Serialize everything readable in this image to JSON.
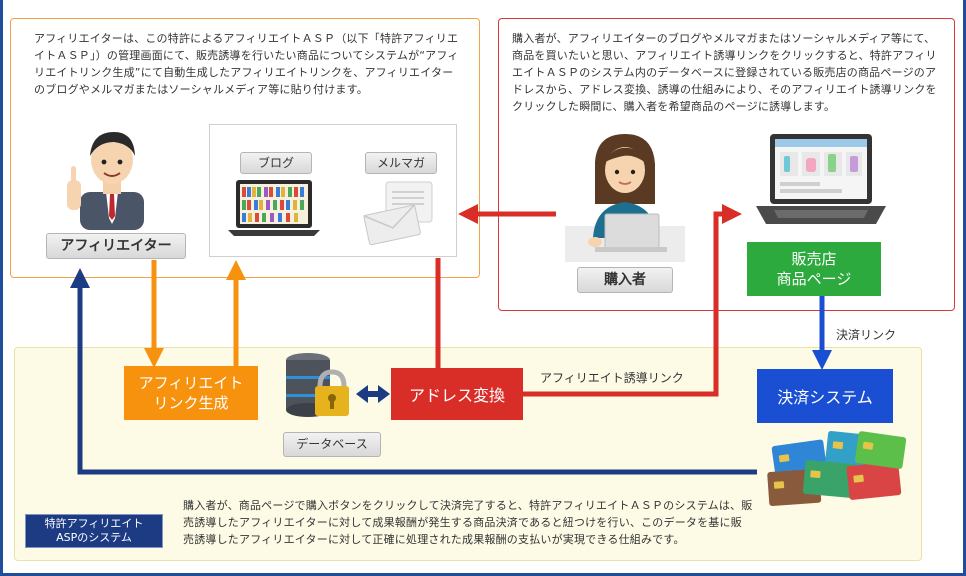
{
  "texts": {
    "affiliator_desc": "アフィリエイターは、この特許によるアフィリエイトＡＳＰ（以下「特許アフィリエイトＡＳＰ」）の管理画面にて、販売誘導を行いたい商品についてシステムが“アフィリエイトリンク生成”にて自動生成したアフィリエイトリンクを、アフィリエイターのブログやメルマガまたはソーシャルメディア等に貼り付けます。",
    "buyer_desc": "購入者が、アフィリエイターのブログやメルマガまたはソーシャルメディア等にて、商品を買いたいと思い、アフィリエイト誘導リンクをクリックすると、特許アフィリエイトＡＳＰのシステム内のデータベースに登録されている販売店の商品ページのアドレスから、アドレス変換、誘導の仕組みにより、そのアフィリエイト誘導リンクをクリックした瞬間に、購入者を希望商品のページに誘導します。",
    "system_desc": "購入者が、商品ページで購入ボタンをクリックして決済完了すると、特許アフィリエイトＡＳＰのシステムは、販売誘導したアフィリエイターに対して成果報酬が発生する商品決済であると紐つけを行い、このデータを基に販売誘導したアフィリエイターに対して正確に処理された成果報酬の支払いが実現できる仕組みです。"
  },
  "labels": {
    "affiliator": "アフィリエイター",
    "blog": "ブログ",
    "mailmag": "メルマガ",
    "buyer": "購入者",
    "store_line1": "販売店",
    "store_line2": "商品ページ",
    "payment_link": "決済リンク",
    "link_gen_line1": "アフィリエイト",
    "link_gen_line2": "リンク生成",
    "database": "データベース",
    "address_conv": "アドレス変換",
    "affiliate_link": "アフィリエイト誘導リンク",
    "payment_system": "決済システム",
    "asp_line1": "特許アフィリエイト",
    "asp_line2": "ASPのシステム"
  },
  "colors": {
    "orange": "#f7920f",
    "red": "#d92e27",
    "green": "#2daa3d",
    "blue": "#1b4fd3",
    "navy": "#1c3b83"
  },
  "icons": [
    "businessman-icon",
    "laptop-blog-icon",
    "mail-icon",
    "buyer-woman-icon",
    "laptop-store-icon",
    "database-lock-icon",
    "credit-cards-icon"
  ]
}
